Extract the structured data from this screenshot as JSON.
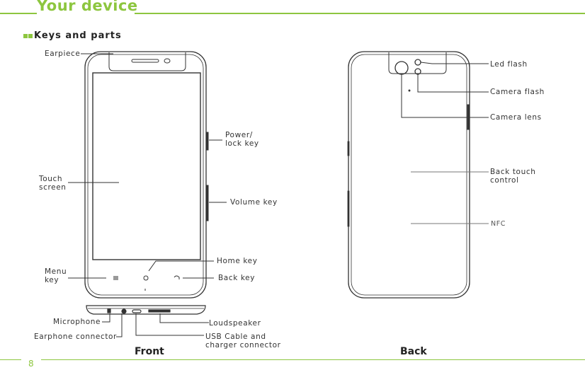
{
  "header": {
    "title": "Your device"
  },
  "section": {
    "title": "Keys and parts"
  },
  "front_labels": {
    "earpiece": "Earpiece",
    "power": "Power/\nlock key",
    "touch": "Touch\nscreen",
    "volume": "Volume key",
    "home": "Home key",
    "menu": "Menu\nkey",
    "back": "Back  key",
    "microphone": "Microphone",
    "loudspeaker": "Loudspeaker",
    "earphone": "Earphone connector",
    "usb": "USB Cable and\ncharger  connector"
  },
  "back_labels": {
    "led": "Led  flash",
    "camflash": "Camera flash",
    "camlens": "Camera lens",
    "touch": "Back touch\ncontrol",
    "nfc": "NFC"
  },
  "captions": {
    "front": "Front",
    "back": "Back"
  },
  "page": {
    "number": "8"
  }
}
